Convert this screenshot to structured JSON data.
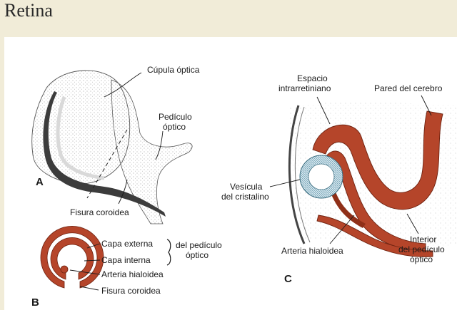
{
  "title": "Retina",
  "colors": {
    "tissue": "#b5452a",
    "tissue_dark": "#7a2512",
    "lens": "#7fb0c4",
    "stipple": "#9a9a9a",
    "background": "#f1ecd8"
  },
  "panel_a": {
    "letter": "A",
    "labels": {
      "optic_cup": "Cúpula óptica",
      "optic_stalk_1": "Pedículo",
      "optic_stalk_2": "óptico",
      "choroid_fissure": "Fisura coroidea"
    }
  },
  "panel_b": {
    "letter": "B",
    "labels": {
      "outer_layer": "Capa externa",
      "inner_layer": "Capa interna",
      "stalk_ref_1": "del pedículo",
      "stalk_ref_2": "óptico",
      "hyaloid_artery": "Arteria hialoidea",
      "choroid_fissure": "Fisura coroidea"
    }
  },
  "panel_c": {
    "letter": "C",
    "labels": {
      "intraretinal_space_1": "Espacio",
      "intraretinal_space_2": "intrarretiniano",
      "brain_wall": "Pared del cerebro",
      "lens_vesicle_1": "Vesícula",
      "lens_vesicle_2": "del cristalino",
      "hyaloid_artery": "Arteria hialoidea",
      "stalk_interior_1": "Interior",
      "stalk_interior_2": "del pedículo",
      "stalk_interior_3": "óptico"
    }
  }
}
